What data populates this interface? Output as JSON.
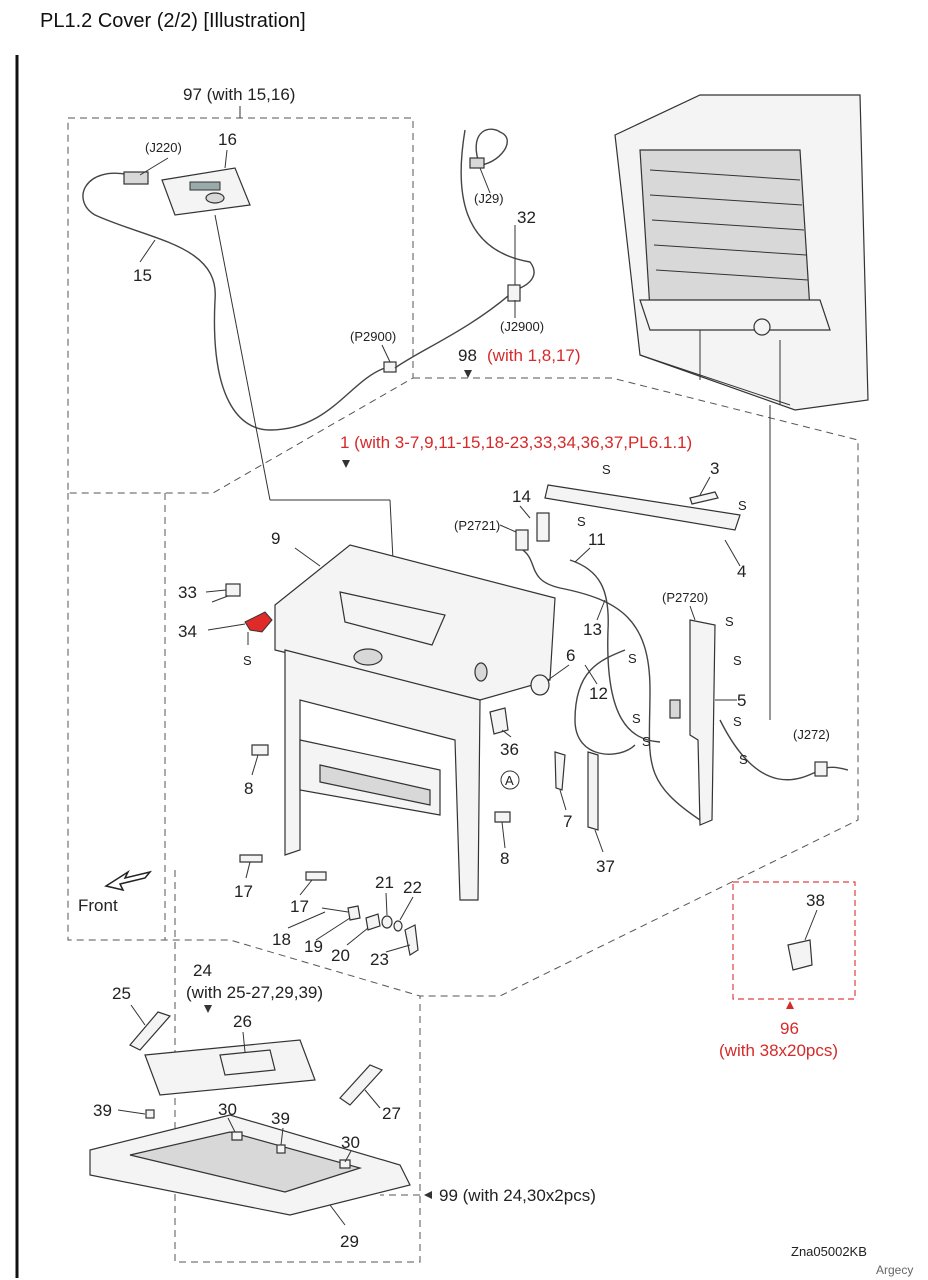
{
  "title": "PL1.2 Cover (2/2)  [Illustration]",
  "diagram_code": "Zna05002KB",
  "watermark": "Argecy",
  "colors": {
    "accent_red": "#d62a2a"
  },
  "assemblies": {
    "a97": "97 (with 15,16)",
    "a98_num": "98",
    "a98_note": "(with 1,8,17)",
    "a1": "1 (with 3-7,9,11-15,18-23,33,34,36,37,PL6.1.1)",
    "a24_num": "24",
    "a24_note": "(with 25-27,29,39)",
    "a96_num": "96",
    "a96_note": "(with 38x20pcs)",
    "a99": "99 (with 24,30x2pcs)"
  },
  "connectors": {
    "j220": "(J220)",
    "j29": "(J29)",
    "j2900": "(J2900)",
    "p2900": "(P2900)",
    "p2721": "(P2721)",
    "p2720": "(P2720)",
    "j272": "(J272)"
  },
  "marks": {
    "screw": "S",
    "ref_a": "A",
    "front": "Front"
  },
  "parts": {
    "p3": "3",
    "p4": "4",
    "p5": "5",
    "p6": "6",
    "p7": "7",
    "p8": "8",
    "p9": "9",
    "p11": "11",
    "p12": "12",
    "p13": "13",
    "p14": "14",
    "p15": "15",
    "p16": "16",
    "p17": "17",
    "p18": "18",
    "p19": "19",
    "p20": "20",
    "p21": "21",
    "p22": "22",
    "p23": "23",
    "p25": "25",
    "p26": "26",
    "p27": "27",
    "p29": "29",
    "p30": "30",
    "p32": "32",
    "p33": "33",
    "p34": "34",
    "p36": "36",
    "p37": "37",
    "p38": "38",
    "p39": "39"
  }
}
